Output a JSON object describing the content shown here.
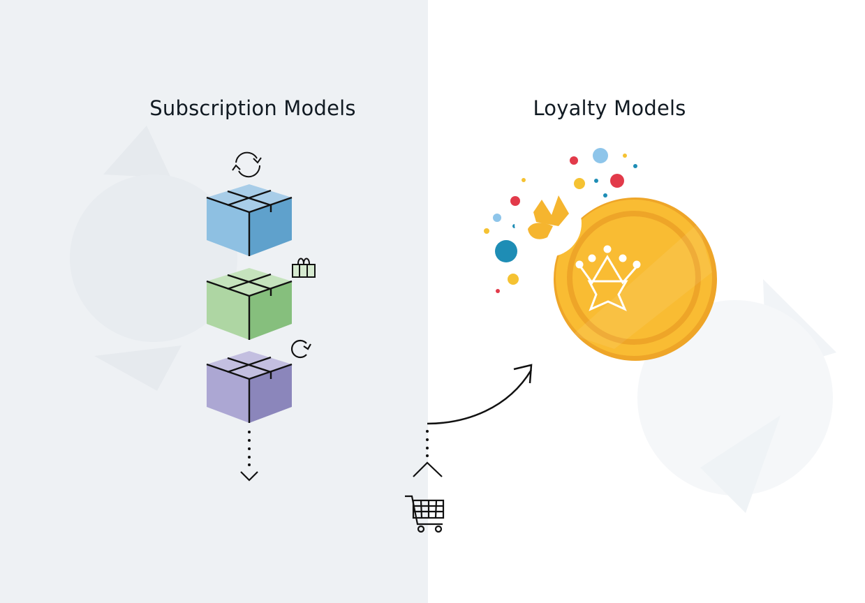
{
  "left_panel": {
    "title": "Subscription Models",
    "background": "#eef1f4",
    "boxes": [
      {
        "name": "box-1",
        "color_top": "#a8cde8",
        "color_left": "#8ec0e2",
        "color_right": "#5fa1cc",
        "badge_icon": "refresh-icon"
      },
      {
        "name": "box-2",
        "color_top": "#c5e3bd",
        "color_left": "#aed6a3",
        "color_right": "#86bf7d",
        "badge_icon": "gift-icon"
      },
      {
        "name": "box-3",
        "color_top": "#c3bfe0",
        "color_left": "#aca7d3",
        "color_right": "#8b86bb",
        "badge_icon": "rotate-icon"
      }
    ],
    "flow": "dotted-arrow-down"
  },
  "right_panel": {
    "title": "Loyalty Models",
    "background": "#ffffff",
    "coin": {
      "color": "#f9bc33",
      "rim": "#eea528",
      "emblem": "crown-star-icon"
    },
    "confetti_colors": [
      "#e23a4a",
      "#8ec5ea",
      "#f5c232",
      "#1e8db5"
    ],
    "connector": "cart-to-coin-arrow"
  },
  "connector_icons": [
    "shopping-cart-icon",
    "chevron-up-icon",
    "curved-arrow-icon"
  ]
}
